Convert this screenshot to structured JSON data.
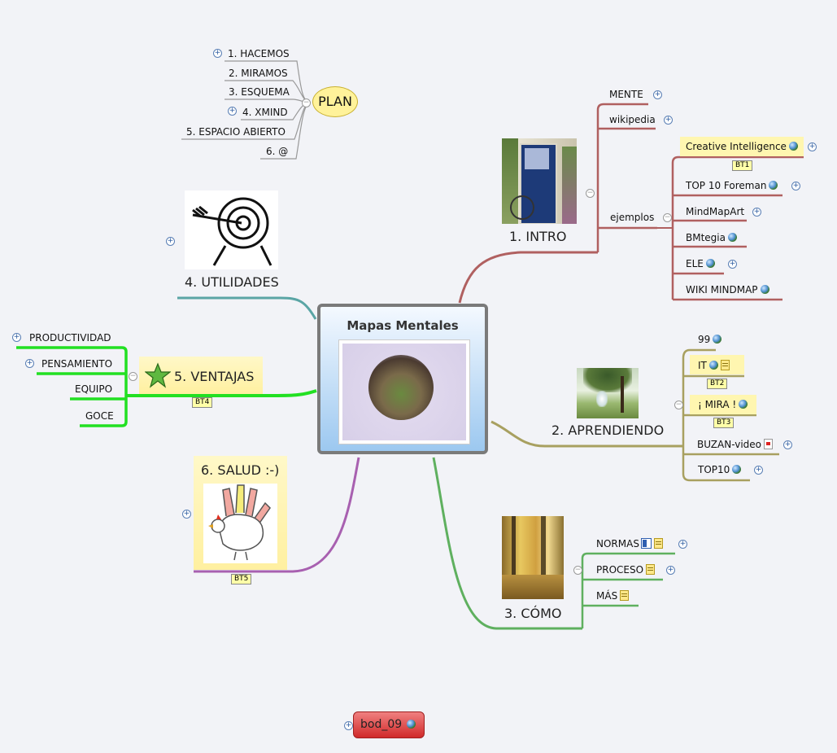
{
  "central": {
    "title": "Mapas Mentales"
  },
  "plan": {
    "label": "PLAN",
    "items": [
      "1. HACEMOS",
      "2. MIRAMOS",
      "3. ESQUEMA",
      "4. XMIND",
      "5. ESPACIO ABIERTO",
      "6. @"
    ]
  },
  "intro": {
    "label": "1. INTRO",
    "mente": "MENTE",
    "wikipedia": "wikipedia",
    "ejemplos": "ejemplos",
    "examples": [
      "Creative Intelligence",
      "TOP 10 Foreman",
      "MindMapArt",
      "BMtegia",
      "ELE",
      "WIKI MINDMAP"
    ],
    "badge": "BT1"
  },
  "aprendiendo": {
    "label": "2. APRENDIENDO",
    "items": [
      "99",
      "IT",
      "¡ MIRA !",
      "BUZAN-video",
      "TOP10"
    ],
    "badge_it": "BT2",
    "badge_mira": "BT3"
  },
  "como": {
    "label": "3. CÓMO",
    "items": [
      "NORMAS",
      "PROCESO",
      "MÁS"
    ]
  },
  "utilidades": {
    "label": "4. UTILIDADES"
  },
  "ventajas": {
    "label": "5. VENTAJAS",
    "items": [
      "PRODUCTIVIDAD",
      "PENSAMIENTO",
      "EQUIPO",
      "GOCE"
    ],
    "badge": "BT4"
  },
  "salud": {
    "label": "6. SALUD :-)",
    "badge": "BT5"
  },
  "footer": {
    "label": "bod_09"
  },
  "colors": {
    "intro": "#b06060",
    "aprendiendo": "#a8a060",
    "como": "#5fb05f",
    "utilidades": "#5aa5a5",
    "ventajas": "#22e022",
    "salud": "#a860b0",
    "plan": "#999999"
  }
}
